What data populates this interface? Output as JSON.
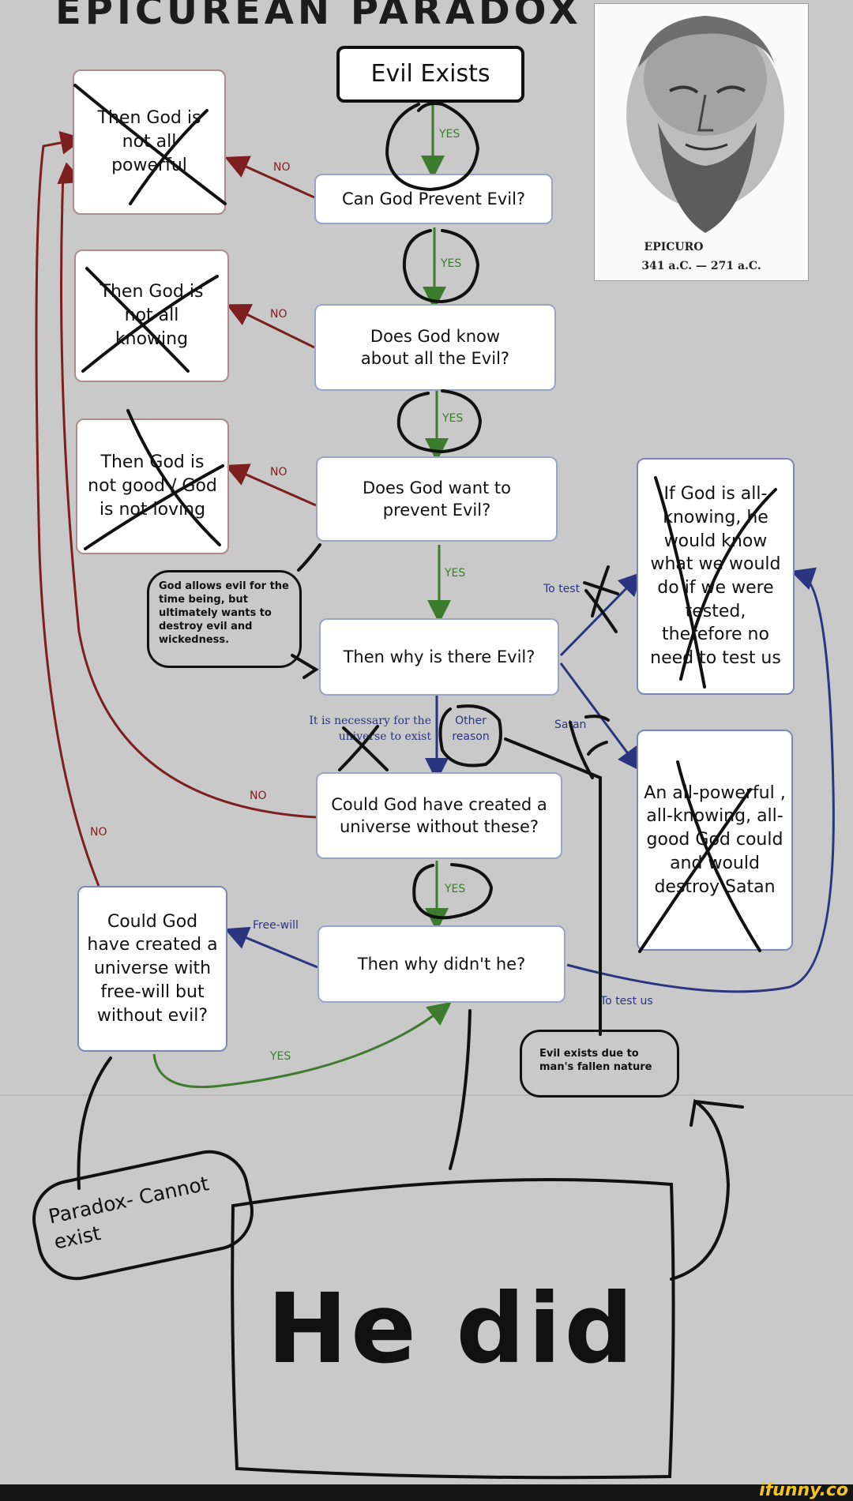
{
  "title": "EPICUREAN PARADOX",
  "portrait": {
    "name": "EPICURO",
    "dates": "341 a.C. — 271 a.C."
  },
  "boxes": {
    "evil_exists": "Evil Exists",
    "can_prevent": "Can God Prevent Evil?",
    "know_about": "Does God know about all the Evil?",
    "want_prevent": "Does God want to prevent Evil?",
    "why_evil": "Then why is there Evil?",
    "could_create": "Could God have created a universe without these?",
    "why_didnt": "Then why didn't he?",
    "not_powerful": "Then God is not all powerful",
    "not_knowing": "Then God is not all knowing",
    "not_good": "Then God is not good / God is not loving",
    "free_will_q": "Could God have created a universe with free-will but without evil?",
    "if_all_knowing": "If God is all-knowing, he would know what we would do if we were tested, therefore no need to test us",
    "all_powerful": "An all-powerful , all-knowing, all-good God could and would destroy Satan"
  },
  "labels": {
    "yes": "YES",
    "no": "NO",
    "to_test": "To test",
    "satan": "Satan",
    "necessary": "It is necessary for the universe to exist",
    "other_reason": "Other reason",
    "free_will": "Free-will",
    "to_test_us": "To test us"
  },
  "bubbles": {
    "allows_evil": "God allows evil for the time being, but ultimately wants to destroy evil and wickedness.",
    "fallen_nature": "Evil exists due to man's fallen nature",
    "paradox": "Paradox- Cannot exist"
  },
  "handwritten": {
    "he_did": "He did"
  },
  "watermark": "ifunny.co",
  "colors": {
    "background": "#c9c9c9",
    "yes_green": "#3c7c2c",
    "no_red": "#7d1f1f",
    "blue": "#2a3580"
  }
}
